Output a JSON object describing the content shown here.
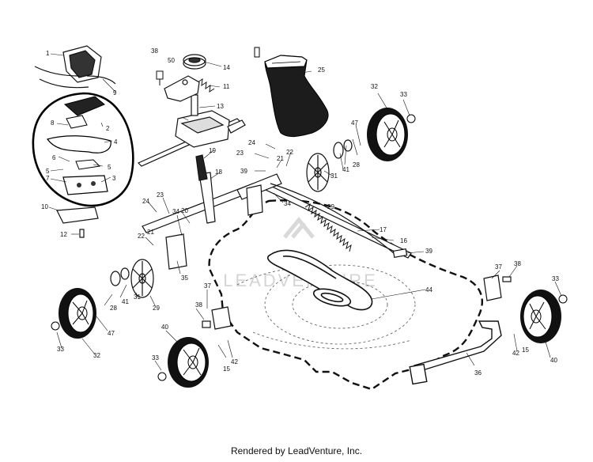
{
  "diagram": {
    "watermark": "LEADVENTURE",
    "callouts": [
      "1",
      "2",
      "3",
      "4",
      "5",
      "5",
      "6",
      "7",
      "8",
      "9",
      "10",
      "11",
      "12",
      "13",
      "14",
      "15",
      "15",
      "16",
      "17",
      "18",
      "19",
      "20",
      "21",
      "21",
      "22",
      "22",
      "23",
      "23",
      "24",
      "24",
      "25",
      "28",
      "28",
      "29",
      "29",
      "31",
      "31",
      "32",
      "32",
      "33",
      "33",
      "33",
      "33",
      "34",
      "34",
      "35",
      "36",
      "37",
      "37",
      "38",
      "38",
      "38",
      "39",
      "39",
      "40",
      "40",
      "41",
      "41",
      "42",
      "42",
      "44",
      "47",
      "47",
      "50"
    ]
  },
  "footer": {
    "text": "Rendered by LeadVenture, Inc."
  }
}
